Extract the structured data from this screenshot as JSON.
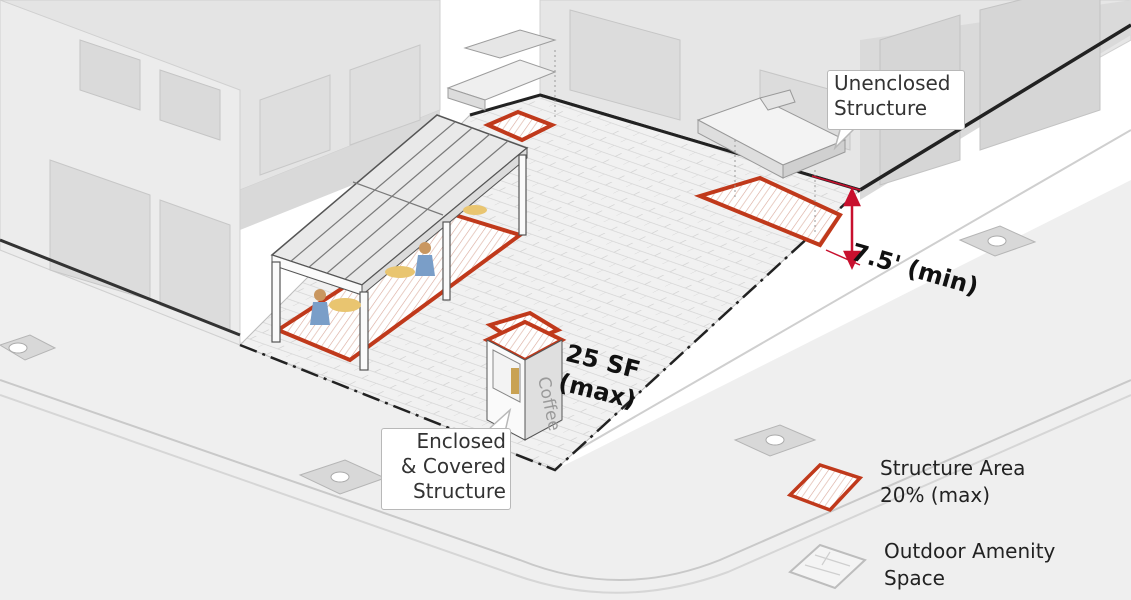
{
  "labels": {
    "unenclosed": {
      "line1": "Unenclosed",
      "line2": "Structure"
    },
    "enclosed": {
      "line1": "Enclosed",
      "line2": "& Covered",
      "line3": "Structure"
    },
    "kiosk_sign": "Coffee",
    "height_dim": "7.5' (min)",
    "area_dim": {
      "line1": "25 SF",
      "line2": "(max)"
    }
  },
  "legend": [
    {
      "key": "structure_area",
      "line1": "Structure Area",
      "line2": "20% (max)"
    },
    {
      "key": "outdoor_space",
      "line1": "Outdoor Amenity",
      "line2": "Space"
    }
  ],
  "colors": {
    "structure_red": "#c0391b",
    "building": "#e9e9e9",
    "building_side": "#dcdcdc",
    "sidewalk": "#eeeeee",
    "plaza": "#f2f2f2",
    "outline": "#333333",
    "dim_red": "#c8102e"
  }
}
